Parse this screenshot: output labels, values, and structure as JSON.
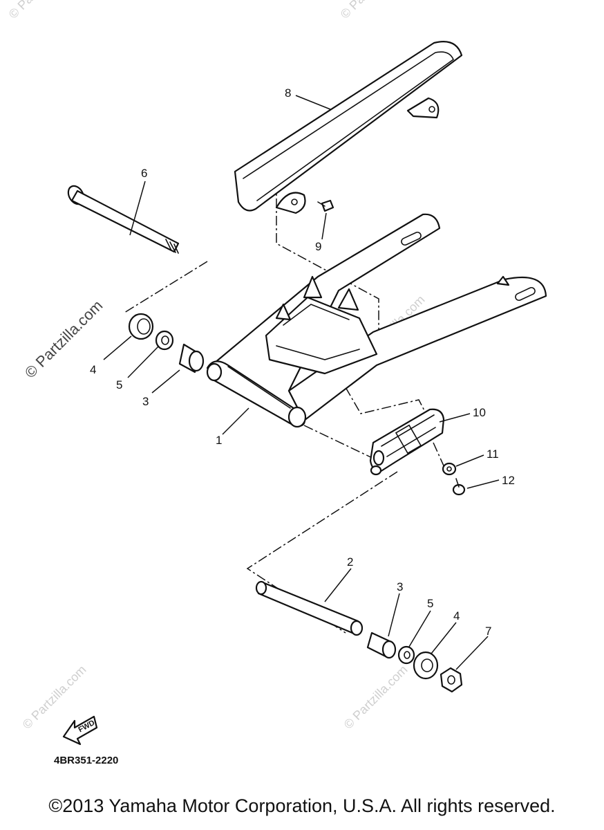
{
  "callouts": {
    "c1": "1",
    "c2": "2",
    "c3a": "3",
    "c3b": "3",
    "c4a": "4",
    "c4b": "4",
    "c5a": "5",
    "c5b": "5",
    "c6": "6",
    "c7": "7",
    "c8": "8",
    "c9": "9",
    "c10": "10",
    "c11": "11",
    "c12": "12"
  },
  "watermark": {
    "main": "© Partzilla.com",
    "faint": "© Partzilla.com"
  },
  "fwd_label": "FWD",
  "diagram_code": "4BR351-2220",
  "copyright": "©2013  Yamaha Motor Corporation, U.S.A. All rights reserved."
}
